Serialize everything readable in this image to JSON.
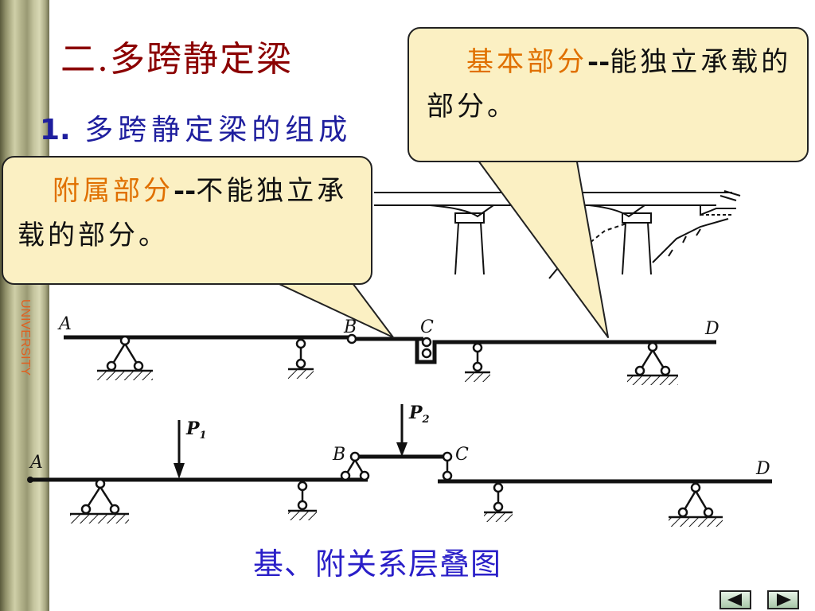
{
  "sidebar": {
    "vertical_label": "UNIVERSITY"
  },
  "title": {
    "prefix": "二",
    "dot": ".",
    "text": "多跨静定梁"
  },
  "subtitle": {
    "number": "1.",
    "text": "多跨静定梁的组成"
  },
  "callout_basic": {
    "term": "基本部分",
    "dash": "--",
    "text": "能独立承载的部分。"
  },
  "callout_attached": {
    "term": "附属部分",
    "dash": "--",
    "text": "不能独立承载的部分。"
  },
  "beam_top": {
    "labels": [
      "A",
      "B",
      "C",
      "D"
    ]
  },
  "beam_bottom": {
    "labels": [
      "A",
      "B",
      "C",
      "D"
    ],
    "loads": [
      "P",
      "P"
    ],
    "load_subscripts": [
      "1",
      "2"
    ]
  },
  "caption": "基、附关系层叠图",
  "nav": {
    "prev_icon": "triangle-left-icon",
    "next_icon": "triangle-right-icon"
  },
  "colors": {
    "title": "#8b0000",
    "subtitle": "#1e1e9e",
    "term": "#e07000",
    "callout_bg": "#fbf0c3",
    "caption": "#2a1fc8",
    "sidebar_label": "#e06020"
  }
}
